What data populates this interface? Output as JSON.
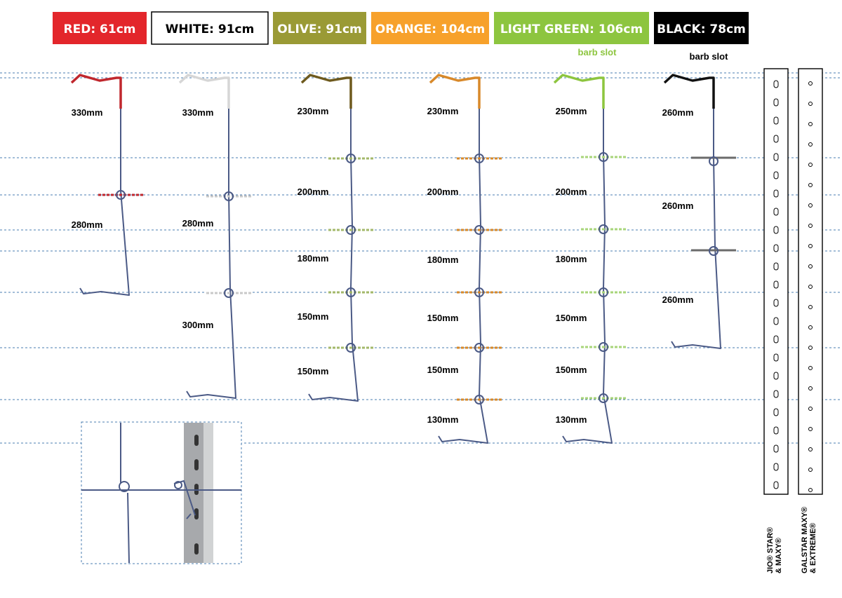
{
  "legend": [
    {
      "label": "RED: 61cm",
      "bg": "#e3262b",
      "fg": "#ffffff"
    },
    {
      "label": "WHITE: 91cm",
      "bg": "#ffffff",
      "fg": "#000000"
    },
    {
      "label": "OLIVE: 91cm",
      "bg": "#9a9a35",
      "fg": "#ffffff"
    },
    {
      "label": "ORANGE: 104cm",
      "bg": "#f7a12b",
      "fg": "#ffffff"
    },
    {
      "label": "LIGHT GREEN: 106cm",
      "bg": "#8dc53f",
      "fg": "#ffffff"
    },
    {
      "label": "BLACK: 78cm",
      "bg": "#000000",
      "fg": "#ffffff"
    }
  ],
  "barb_slot_labels": [
    {
      "text": "barb slot",
      "color": "#8dc53f"
    },
    {
      "text": "barb slot",
      "color": "#000000"
    }
  ],
  "clip_colors": {
    "red": "#c0272d",
    "white": "#d6d6d6",
    "olive": "#6e5a1e",
    "orange": "#d8892a",
    "lightgreen": "#8dc53f",
    "black": "#111111",
    "wire": "#4b5a86",
    "guide": "#4a7db0"
  },
  "clips": [
    {
      "id": "red",
      "segments": [
        "330mm",
        "280mm"
      ]
    },
    {
      "id": "white",
      "segments": [
        "330mm",
        "280mm",
        "300mm"
      ]
    },
    {
      "id": "olive",
      "segments": [
        "230mm",
        "200mm",
        "180mm",
        "150mm",
        "150mm"
      ]
    },
    {
      "id": "orange",
      "segments": [
        "230mm",
        "200mm",
        "180mm",
        "150mm",
        "150mm",
        "130mm"
      ]
    },
    {
      "id": "lightgreen",
      "segments": [
        "250mm",
        "200mm",
        "180mm",
        "150mm",
        "150mm",
        "130mm"
      ]
    },
    {
      "id": "black",
      "segments": [
        "260mm",
        "260mm",
        "260mm"
      ]
    }
  ],
  "posts": [
    {
      "line1": "JIO® STAR®",
      "line2": "& MAXY®"
    },
    {
      "line1": "GALSTAR MAXY®",
      "line2": "& EXTREME®"
    }
  ]
}
